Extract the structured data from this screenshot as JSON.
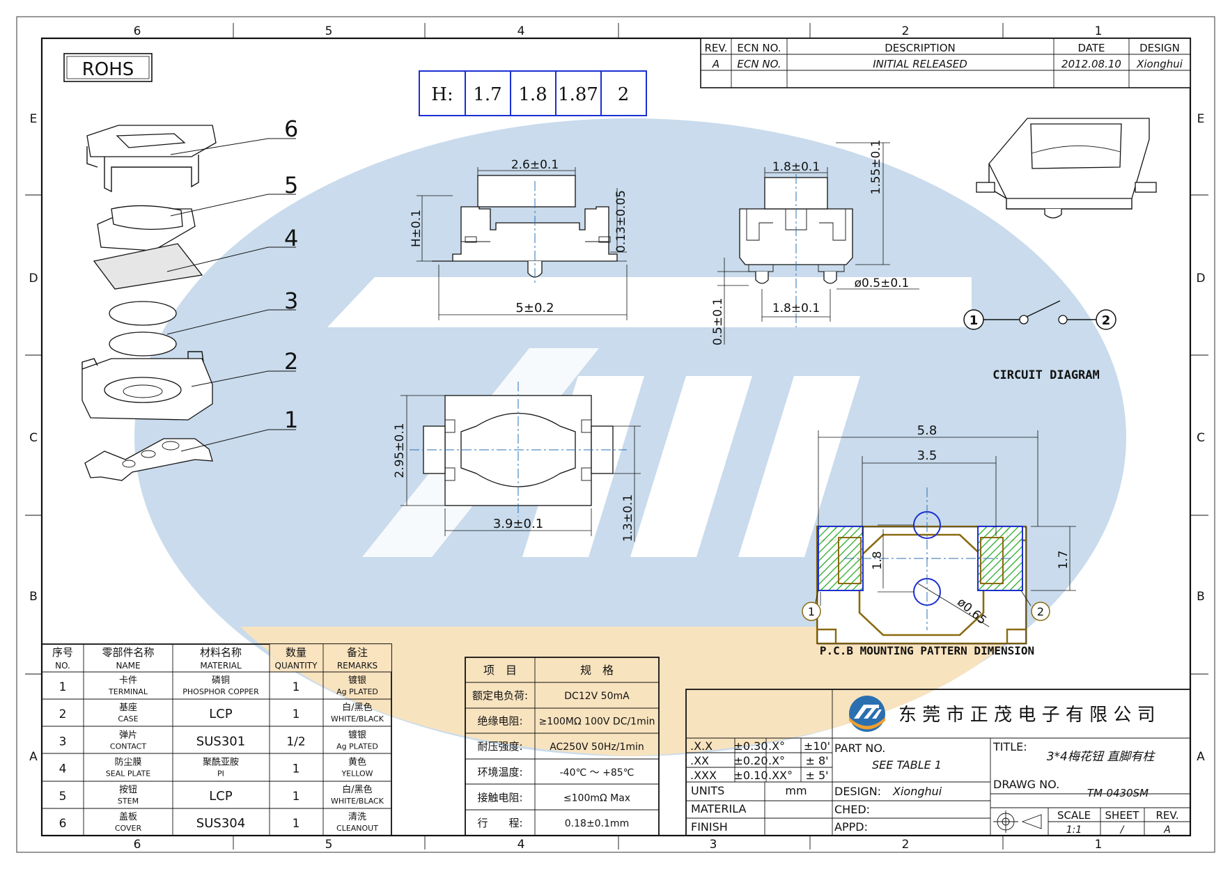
{
  "rohs": "ROHS",
  "heights": {
    "label": "H:",
    "values": [
      "1.7",
      "1.8",
      "1.87",
      "2"
    ]
  },
  "revision": {
    "headers": [
      "REV.",
      "ECN NO.",
      "DESCRIPTION",
      "DATE",
      "DESIGN"
    ],
    "row": [
      "A",
      "ECN NO.",
      "INITIAL RELEASED",
      "2012.08.10",
      "Xionghui"
    ]
  },
  "grid": {
    "cols": [
      "6",
      "5",
      "4",
      "3",
      "2",
      "1"
    ],
    "rows": [
      "E",
      "D",
      "C",
      "B",
      "A"
    ]
  },
  "explode_labels": [
    "6",
    "5",
    "4",
    "3",
    "2",
    "1"
  ],
  "dims": {
    "d1": "2.6±0.1",
    "d2": "H±0.1",
    "d3": "0.13±0.05",
    "d4": "5±0.2",
    "d5": "1.8±0.1",
    "d6": "1.55±0.1",
    "d7": "0.5±0.1",
    "d8": "1.8±0.1",
    "d9": "ø0.5±0.1",
    "d10": "2.95±0.1",
    "d11": "3.9±0.1",
    "d12": "1.3±0.1",
    "p1": "5.8",
    "p2": "3.5",
    "p3": "1.8",
    "p4": "1.7",
    "p5": "ø0.65"
  },
  "circuit": {
    "title": "CIRCUIT DIAGRAM",
    "n1": "1",
    "n2": "2"
  },
  "pcb": {
    "title": "P.C.B MOUNTING PATTERN DIMENSION",
    "n1": "1",
    "n2": "2"
  },
  "bom": {
    "headers": [
      [
        "序号",
        "NO."
      ],
      [
        "零部件名称",
        "NAME"
      ],
      [
        "材料名称",
        "MATERIAL"
      ],
      [
        "数量",
        "QUANTITY"
      ],
      [
        "备注",
        "REMARKS"
      ]
    ],
    "rows": [
      {
        "no": "1",
        "name_cn": "卡件",
        "name_en": "TERMINAL",
        "mat_cn": "磷铜",
        "mat_en": "PHOSPHOR COPPER",
        "qty": "1",
        "rem_cn": "镀银",
        "rem_en": "Ag PLATED"
      },
      {
        "no": "2",
        "name_cn": "基座",
        "name_en": "CASE",
        "mat_cn": "",
        "mat_en": "LCP",
        "qty": "1",
        "rem_cn": "白/黑色",
        "rem_en": "WHITE/BLACK"
      },
      {
        "no": "3",
        "name_cn": "弹片",
        "name_en": "CONTACT",
        "mat_cn": "",
        "mat_en": "SUS301",
        "qty": "1/2",
        "rem_cn": "镀银",
        "rem_en": "Ag PLATED"
      },
      {
        "no": "4",
        "name_cn": "防尘膜",
        "name_en": "SEAL PLATE",
        "mat_cn": "聚酰亚胺",
        "mat_en": "PI",
        "qty": "1",
        "rem_cn": "黄色",
        "rem_en": "YELLOW"
      },
      {
        "no": "5",
        "name_cn": "按钮",
        "name_en": "STEM",
        "mat_cn": "",
        "mat_en": "LCP",
        "qty": "1",
        "rem_cn": "白/黑色",
        "rem_en": "WHITE/BLACK"
      },
      {
        "no": "6",
        "name_cn": "盖板",
        "name_en": "COVER",
        "mat_cn": "",
        "mat_en": "SUS304",
        "qty": "1",
        "rem_cn": "清洗",
        "rem_en": "CLEANOUT"
      }
    ]
  },
  "spec": {
    "headers": [
      "项　目",
      "规　格"
    ],
    "rows": [
      [
        "额定电负荷:",
        "DC12V 50mA"
      ],
      [
        "绝缘电阻:",
        "≥100MΩ 100V DC/1min"
      ],
      [
        "耐压强度:",
        "AC250V 50Hz/1min"
      ],
      [
        "环境温度:",
        "-40℃ ～ +85℃"
      ],
      [
        "接触电阻:",
        "≤100mΩ Max"
      ],
      [
        "行　　程:",
        "0.18±0.1mm"
      ]
    ]
  },
  "tolerance": [
    [
      ".X.X",
      "±0.30",
      ".X°",
      "±10'"
    ],
    [
      ".XX",
      "±0.20",
      ".X°",
      "± 8'"
    ],
    [
      ".XXX",
      "±0.10",
      ".XX°",
      "± 5'"
    ]
  ],
  "title_block": {
    "company": "东 莞 市 正 茂 电 子 有 限 公 司",
    "units_label": "UNITS",
    "units": "mm",
    "materila": "MATERILA",
    "finish": "FINISH",
    "part_no_label": "PART NO.",
    "part_no": "SEE TABLE 1",
    "design_label": "DESIGN:",
    "design": "Xionghui",
    "ched": "CHED:",
    "appd": "APPD:",
    "title_label": "TITLE:",
    "title": "3*4梅花钮 直脚有柱",
    "drawg_label": "DRAWG NO.",
    "drawg": "TM-0430SM",
    "scale_label": "SCALE",
    "scale": "1:1",
    "sheet_label": "SHEET",
    "sheet": "/",
    "rev_label": "REV.",
    "rev": "A"
  },
  "colors": {
    "watermark_blue": "#c5d7ea",
    "watermark_orange": "#f7e2bd",
    "green": "#2fb02f",
    "pad_blue": "#1a2fd0",
    "gold": "#8a6a10"
  }
}
